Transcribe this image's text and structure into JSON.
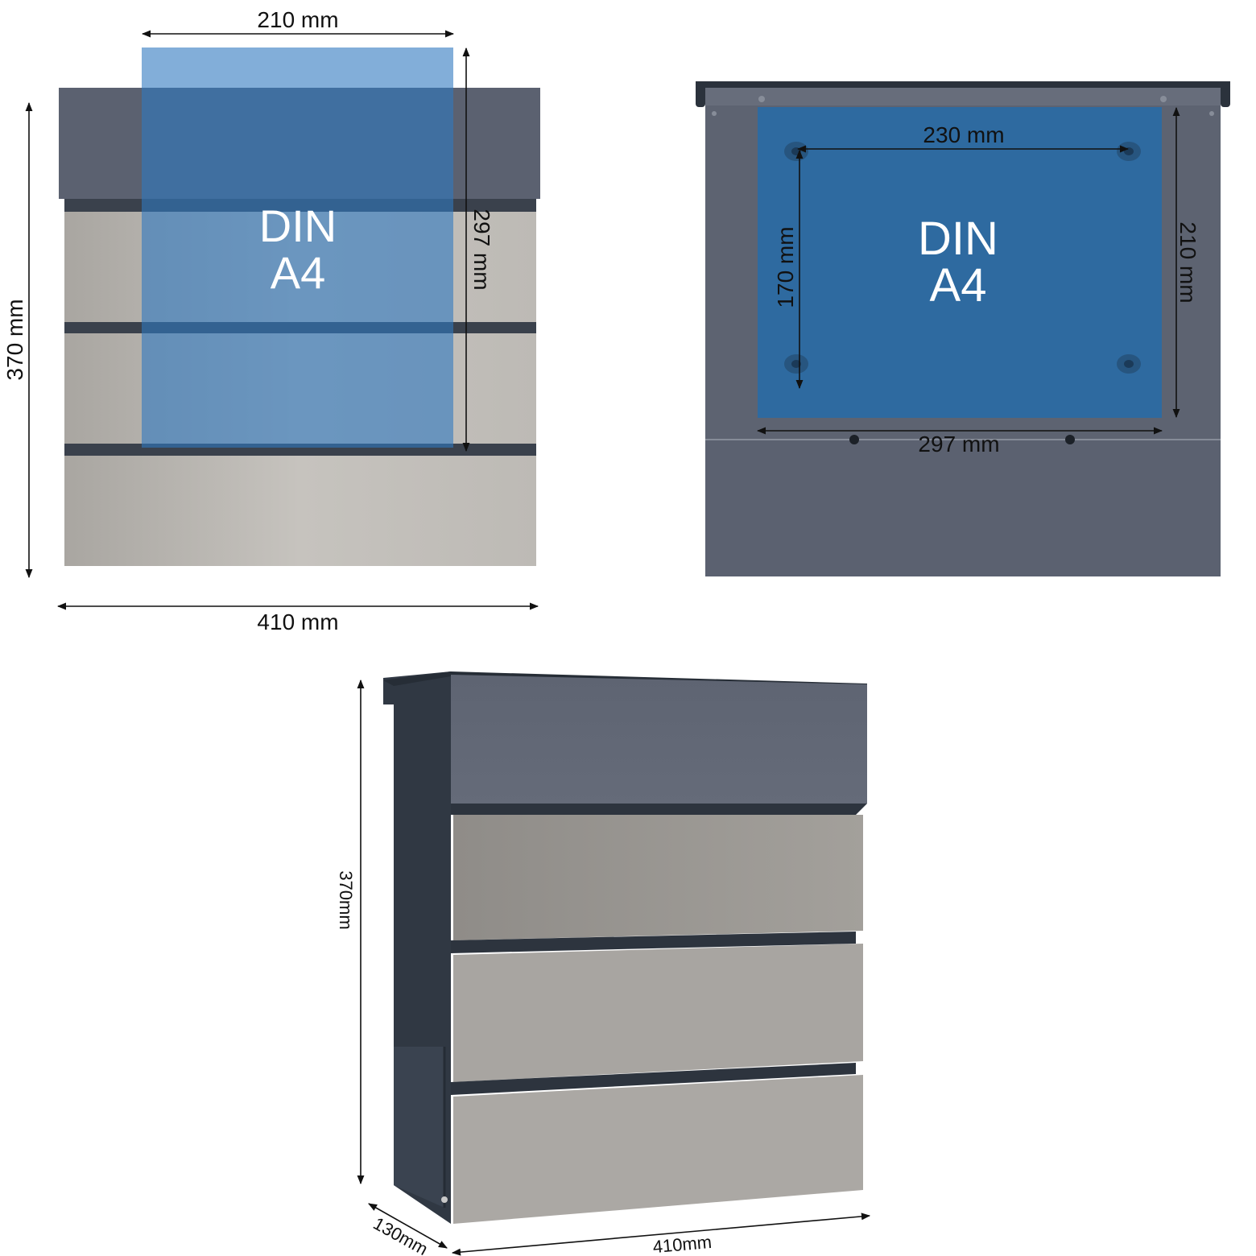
{
  "front_view": {
    "width_label": "410 mm",
    "height_label": "370 mm",
    "a4_width_label": "210 mm",
    "a4_height_label": "297 mm",
    "a4_line1": "DIN",
    "a4_line2": "A4"
  },
  "back_view": {
    "hole_width_label": "230 mm",
    "hole_height_label": "170 mm",
    "a4_width_label": "297 mm",
    "a4_height_label": "210 mm",
    "a4_line1": "DIN",
    "a4_line2": "A4"
  },
  "perspective_view": {
    "height_label": "370mm",
    "depth_label": "130mm",
    "width_label": "410mm"
  },
  "colors": {
    "anthracite": "#5b6170",
    "anthracite_dark": "#323a45",
    "steel": "#b9b6b1",
    "a4_overlay": "#2e78c0"
  }
}
